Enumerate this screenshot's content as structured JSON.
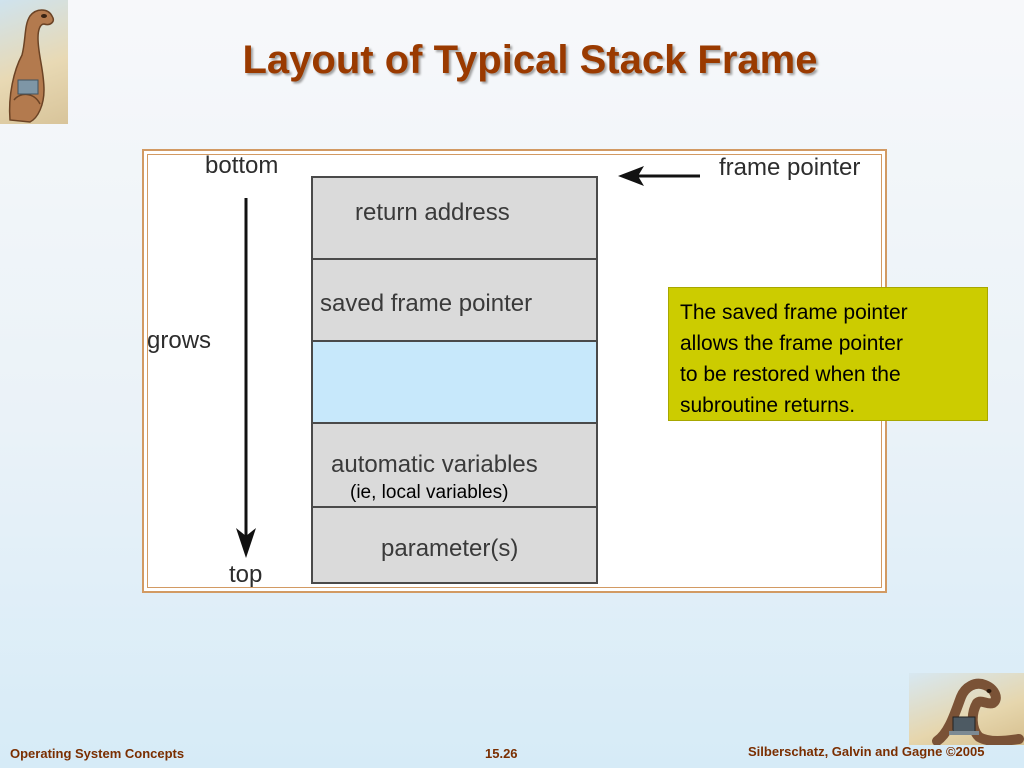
{
  "title": "Layout of Typical Stack Frame",
  "diagram": {
    "label_bottom": "bottom",
    "label_grows": "grows",
    "label_top": "top",
    "label_frame_pointer": "frame pointer",
    "boxes": [
      {
        "label": "return address"
      },
      {
        "label": "saved frame pointer"
      },
      {
        "label": ""
      },
      {
        "label": "automatic variables"
      },
      {
        "label": "parameter(s)"
      }
    ],
    "automatic_note": "(ie, local variables)"
  },
  "note": {
    "lines": [
      "The saved frame pointer",
      "allows the frame pointer",
      "to be restored when the",
      "subroutine returns."
    ],
    "color": "#cccc00"
  },
  "footer": {
    "left": "Operating System Concepts",
    "center": "15.26",
    "right": "Silberschatz, Galvin and Gagne ©2005"
  },
  "colors": {
    "title": "#9a3a00",
    "footer": "#7a2e00",
    "frame_border": "#d29a63",
    "box_fill": "#dadada",
    "highlight_box_fill": "#c7e8fb"
  },
  "decorations": [
    "dinosaur-illustration-top-left",
    "dinosaur-laptop-illustration-bottom-right"
  ]
}
